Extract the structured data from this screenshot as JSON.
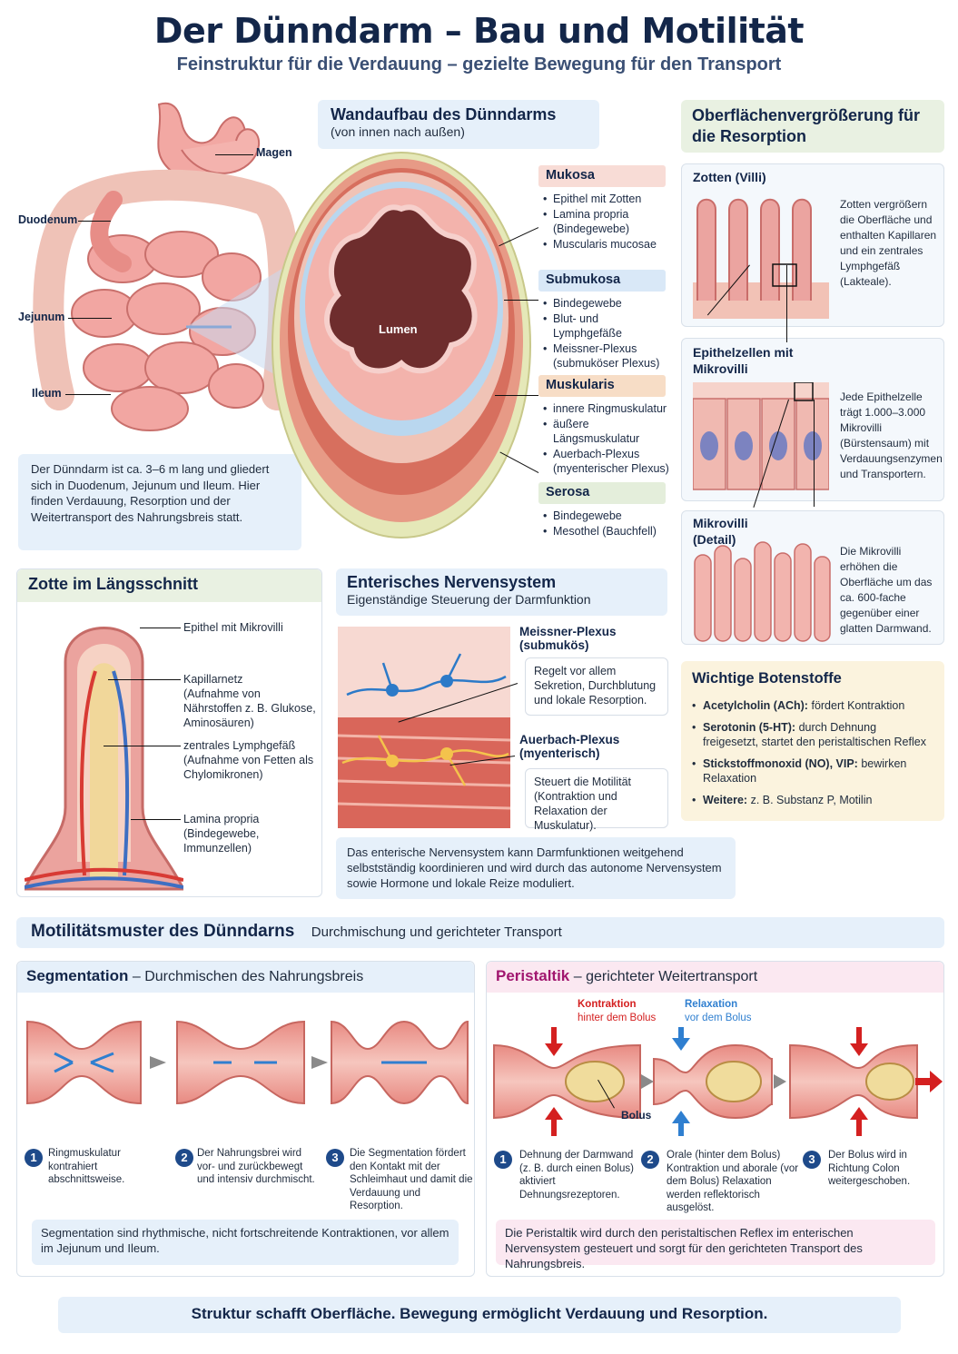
{
  "header": {
    "title": "Der Dünndarm – Bau und Motilität",
    "subtitle": "Feinstruktur für die Verdauung – gezielte Bewegung für den Transport"
  },
  "anatomy": {
    "labels": {
      "magen": "Magen",
      "duodenum": "Duodenum",
      "jejunum": "Jejunum",
      "ileum": "Ileum"
    },
    "info": "Der Dünndarm ist ca. 3–6 m lang und gliedert sich in Duodenum, Jejunum und Ileum. Hier finden Verdauung, Resorption und der Weitertransport des Nahrungsbreis statt."
  },
  "wall": {
    "title": "Wandaufbau des Dünndarms",
    "subtitle": "(von innen nach außen)",
    "lumen": "Lumen",
    "layers": [
      {
        "name": "Mukosa",
        "items": [
          "Epithel mit Zotten",
          "Lamina propria (Bindegewebe)",
          "Muscularis mucosae"
        ]
      },
      {
        "name": "Submukosa",
        "items": [
          "Bindegewebe",
          "Blut- und Lymphgefäße",
          "Meissner-Plexus (submuköser Plexus)"
        ]
      },
      {
        "name": "Muskularis",
        "items": [
          "innere Ringmuskulatur",
          "äußere Längsmuskulatur",
          "Auerbach-Plexus (myenterischer Plexus)"
        ]
      },
      {
        "name": "Serosa",
        "items": [
          "Bindegewebe",
          "Mesothel (Bauchfell)"
        ]
      }
    ]
  },
  "surface": {
    "title": "Oberflächenvergrößerung für die Resorption",
    "villi_title": "Zotten (Villi)",
    "villi_text": "Zotten vergrößern die Oberfläche und enthalten Kapillaren und ein zentrales Lymphgefäß (Lakteale).",
    "epi_title": "Epithelzellen mit Mikrovilli",
    "epi_text": "Jede Epithelzelle trägt 1.000–3.000 Mikrovilli (Bürstensaum) mit Verdauungsenzymen und Transportern.",
    "micro_title": "Mikrovilli (Detail)",
    "micro_text": "Die Mikrovilli erhöhen die Oberfläche um das ca. 600-fache gegenüber einer glatten Darmwand."
  },
  "zotte": {
    "title": "Zotte im Längsschnitt",
    "labels": [
      {
        "head": "Epithel mit Mikrovilli",
        "sub": ""
      },
      {
        "head": "Kapillarnetz",
        "sub": "(Aufnahme von Nährstoffen z. B. Glukose, Aminosäuren)"
      },
      {
        "head": "zentrales Lymphgefäß",
        "sub": "(Aufnahme von Fetten als Chylomikronen)"
      },
      {
        "head": "Lamina propria",
        "sub": "(Bindegewebe, Immunzellen)"
      }
    ]
  },
  "ens": {
    "title": "Enterisches Nervensystem",
    "subtitle": "Eigenständige Steuerung der Darmfunktion",
    "meissner_title": "Meissner-Plexus",
    "meissner_sub": "(submukös)",
    "meissner_text": "Regelt vor allem Sekretion, Durchblutung und lokale Resorption.",
    "auerbach_title": "Auerbach-Plexus",
    "auerbach_sub": "(myenterisch)",
    "auerbach_text": "Steuert die Motilität (Kontraktion und Relaxation der Muskulatur).",
    "info": "Das enterische Nervensystem kann Darmfunktionen weitgehend selbstständig koordinieren und wird durch das autonome Nervensystem sowie Hormone und lokale Reize moduliert."
  },
  "botenstoffe": {
    "title": "Wichtige Botenstoffe",
    "items": [
      {
        "key": "Acetylcholin (ACh):",
        "text": "fördert Kontraktion"
      },
      {
        "key": "Serotonin (5-HT):",
        "text": "durch Dehnung freigesetzt, startet den peristaltischen Reflex"
      },
      {
        "key": "Stickstoffmonoxid (NO), VIP:",
        "text": "bewirken Relaxation"
      },
      {
        "key": "Weitere:",
        "text": "z. B. Substanz P, Motilin"
      }
    ]
  },
  "motility": {
    "title": "Motilitätsmuster des Dünndarns",
    "subtitle": "Durchmischung und gerichteter Transport",
    "segmentation": {
      "title": "Segmentation",
      "title_rest": "– Durchmischen des Nahrungsbreis",
      "steps": [
        {
          "n": "1",
          "text": "Ringmuskulatur kontrahiert abschnittsweise."
        },
        {
          "n": "2",
          "text": "Der Nahrungsbrei wird vor- und zurückbewegt und intensiv durchmischt."
        },
        {
          "n": "3",
          "text": "Die Segmentation fördert den Kontakt mit der Schleimhaut und damit die Verdauung und Resorption."
        }
      ],
      "note": "Segmentation sind rhythmische, nicht fortschreitende Kontraktionen, vor allem im Jejunum und Ileum."
    },
    "peristaltik": {
      "title": "Peristaltik",
      "title_rest": "– gerichteter Weitertransport",
      "kontraktion": "Kontraktion",
      "kontraktion_sub": "hinter dem Bolus",
      "relaxation": "Relaxation",
      "relaxation_sub": "vor dem Bolus",
      "bolus": "Bolus",
      "steps": [
        {
          "n": "1",
          "text": "Dehnung der Darmwand (z. B. durch einen Bolus) aktiviert Dehnungsrezeptoren."
        },
        {
          "n": "2",
          "text": "Orale (hinter dem Bolus) Kontraktion und aborale (vor dem Bolus) Relaxation werden reflektorisch ausgelöst."
        },
        {
          "n": "3",
          "text": "Der Bolus wird in Richtung Colon weitergeschoben."
        }
      ],
      "note": "Die Peristaltik wird durch den peristaltischen Reflex im enterischen Nervensystem gesteuert und sorgt für den gerichteten Transport des Nahrungsbreis."
    }
  },
  "footer": "Struktur schafft Oberfläche. Bewegung ermöglicht Verdauung und Resorption.",
  "colors": {
    "navy": "#132649",
    "accent": "#1e4a8a",
    "red": "#d42020",
    "blue": "#2f7fd0"
  }
}
